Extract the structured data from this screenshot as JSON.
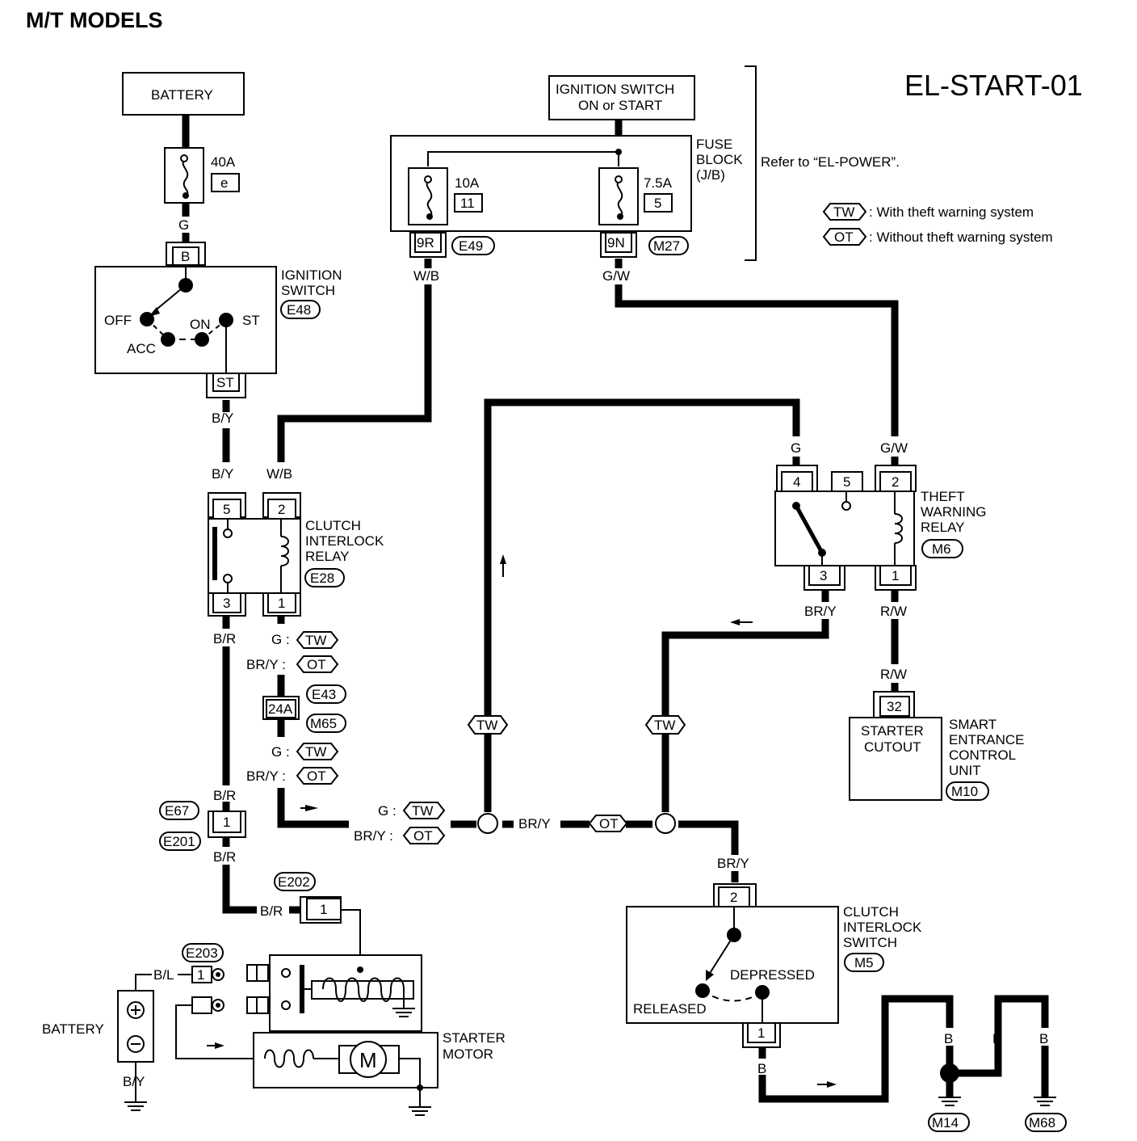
{
  "header": "M/T MODELS",
  "code": "EL-START-01",
  "note": "Refer to “EL-POWER”.",
  "legend": [
    {
      "tag": "TW",
      "text": ": With theft warning system"
    },
    {
      "tag": "OT",
      "text": ": Without theft warning system"
    }
  ],
  "components": {
    "battery_top": "BATTERY",
    "fuse40": {
      "rating": "40A",
      "id": "e"
    },
    "ign_switch_top": [
      "IGNITION SWITCH",
      "ON or START"
    ],
    "fuse_block": [
      "FUSE",
      "BLOCK",
      "(J/B)"
    ],
    "fuse10": {
      "rating": "10A",
      "id": "11"
    },
    "fuse75": {
      "rating": "7.5A",
      "id": "5"
    },
    "ignition_switch": [
      "IGNITION",
      "SWITCH"
    ],
    "ign_positions": {
      "off": "OFF",
      "acc": "ACC",
      "on": "ON",
      "st": "ST"
    },
    "clutch_relay": [
      "CLUTCH",
      "INTERLOCK",
      "RELAY"
    ],
    "theft_relay": [
      "THEFT",
      "WARNING",
      "RELAY"
    ],
    "smart_unit": [
      "SMART",
      "ENTRANCE",
      "CONTROL",
      "UNIT"
    ],
    "starter_cutout": [
      "STARTER",
      "CUTOUT"
    ],
    "clutch_switch": [
      "CLUTCH",
      "INTERLOCK",
      "SWITCH"
    ],
    "switch_states": {
      "released": "RELEASED",
      "depressed": "DEPRESSED"
    },
    "battery_bottom": "BATTERY",
    "starter_motor": [
      "STARTER",
      "MOTOR"
    ],
    "motor_symbol": "M"
  },
  "connectors": {
    "E49": "E49",
    "M27": "M27",
    "E48": "E48",
    "E28": "E28",
    "M6": "M6",
    "M10": "M10",
    "E43": "E43",
    "M65": "M65",
    "E67": "E67",
    "E201": "E201",
    "E202": "E202",
    "E203": "E203",
    "M5": "M5",
    "M14": "M14",
    "M68": "M68"
  },
  "pins": {
    "p9R": "9R",
    "p9N": "9N",
    "pB": "B",
    "pST": "ST",
    "r5": "5",
    "r2": "2",
    "r3": "3",
    "r1": "1",
    "t4": "4",
    "t5": "5",
    "t2": "2",
    "t3": "3",
    "t1": "1",
    "p32": "32",
    "p24A": "24A",
    "e67pin": "1",
    "e202pin": "1",
    "e203pin": "1",
    "s2": "2",
    "s1": "1"
  },
  "wires": {
    "G": "G",
    "WB": "W/B",
    "GW": "G/W",
    "BY": "B/Y",
    "BR": "B/R",
    "BRY": "BR/Y",
    "RW": "R/W",
    "BL": "B/L",
    "B": "B",
    "G_colon": "G :",
    "BRY_colon": "BR/Y :"
  }
}
